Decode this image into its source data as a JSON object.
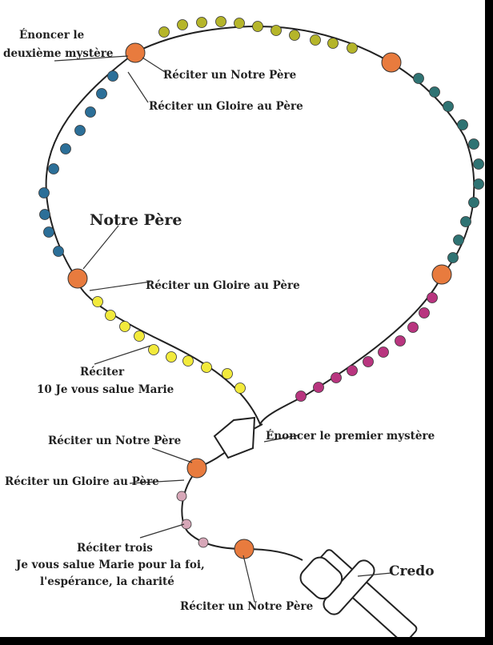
{
  "labels": {
    "announce_second_1": "Énoncer le",
    "announce_second_2": "deuxième mystère",
    "our_father_top": "Réciter un Notre Père",
    "glory_top": "Réciter un Gloire au Père",
    "notre_pere": "Notre Père",
    "glory_mid": "Réciter un Gloire au Père",
    "recite_1": "Réciter",
    "recite_2": "10 Je vous salue Marie",
    "our_father_mid": "Réciter un Notre Père",
    "announce_first": "Énoncer le premier mystère",
    "glory_low": "Réciter un Gloire au Père",
    "three_1": "Réciter trois",
    "three_2": "Je vous salue Marie pour la foi,",
    "three_3": "l'espérance, la charité",
    "credo": "Credo",
    "our_father_bottom": "Réciter un Notre Père"
  },
  "colors": {
    "big_bead": "#e87b3e",
    "olive": "#b5b52a",
    "teal": "#2f7373",
    "blue": "#2c6f98",
    "yellow": "#f2ea3c",
    "magenta": "#b8357f",
    "pink": "#d7a7b8"
  }
}
